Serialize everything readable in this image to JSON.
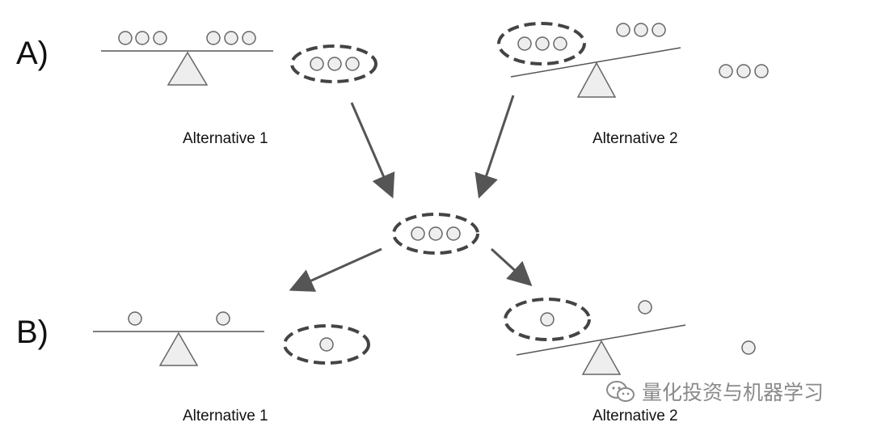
{
  "labels": {
    "section_a": "A)",
    "section_b": "B)",
    "a_alt1": "Alternative 1",
    "a_alt2": "Alternative 2",
    "b_alt1": "Alternative 1",
    "b_alt2": "Alternative 2"
  },
  "watermark": {
    "text": "量化投资与机器学习",
    "icon": "wechat-icon"
  },
  "colors": {
    "line": "#555555",
    "fill": "#eeeeee",
    "stroke": "#666666",
    "dash": "#444444"
  }
}
